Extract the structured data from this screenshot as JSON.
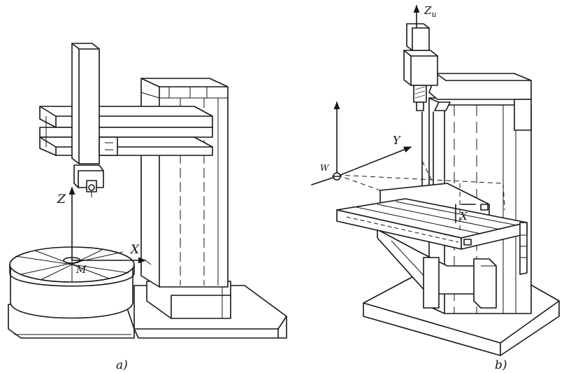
{
  "figure": {
    "left": {
      "caption": "a)",
      "axes": {
        "z": "Z",
        "x": "X",
        "origin": "M"
      }
    },
    "right": {
      "caption": "b)",
      "axes": {
        "zu": "Z",
        "zu_subscript": "u",
        "y": "Y",
        "x": "X",
        "w": "W"
      }
    }
  },
  "colors": {
    "ink": "#161616",
    "paper": "#ffffff"
  }
}
